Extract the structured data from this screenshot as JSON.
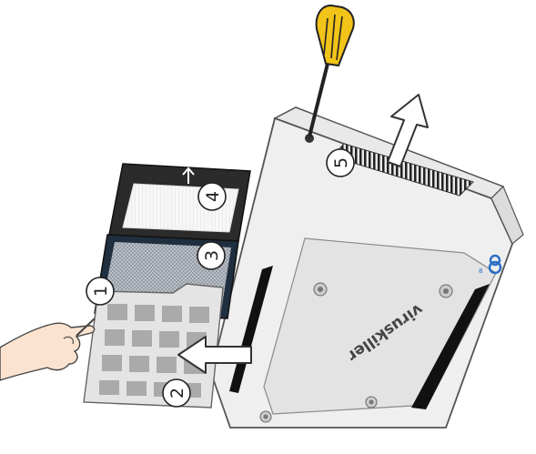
{
  "diagram": {
    "brand_text": "viruskiller",
    "badge_text": "8",
    "step_labels": [
      "1",
      "2",
      "3",
      "4",
      "5"
    ]
  },
  "icons": {
    "screwdriver": "screwdriver-icon",
    "up_arrow": "up-arrow-icon",
    "left_arrow": "left-arrow-icon",
    "hand": "hand-icon"
  },
  "colors": {
    "body_light": "#efefef",
    "body_shade": "#d9d9d9",
    "outline": "#555555",
    "black": "#111111",
    "screwdriver_yellow": "#f2c318"
  }
}
